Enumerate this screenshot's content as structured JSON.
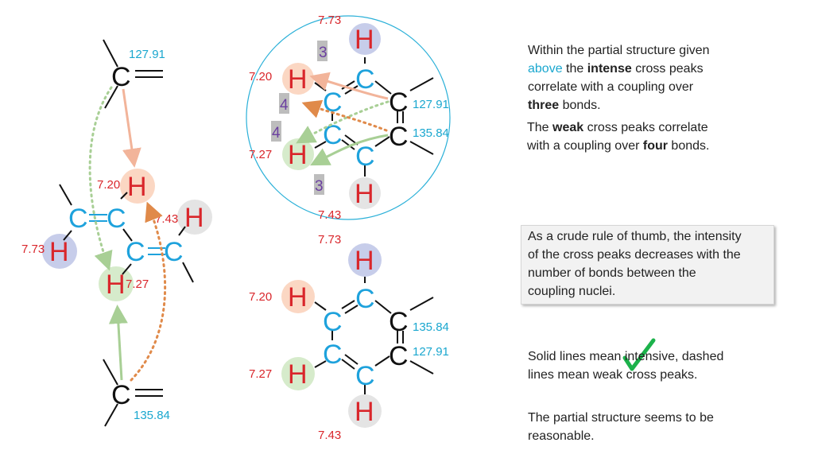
{
  "fragment_c1": {
    "shift": "127.91"
  },
  "fragment_c2": {
    "shift": "135.84"
  },
  "assembled": {
    "h_left": "7.73",
    "h_top": "7.20",
    "h_right": "7.43",
    "h_bottom": "7.27"
  },
  "circle": {
    "h_top": "7.73",
    "h_left": "7.20",
    "h_leftlow": "7.27",
    "h_bottom": "7.43",
    "c_upper": "127.91",
    "c_lower": "135.84",
    "bonds_a": "3",
    "bonds_b": "4",
    "bonds_c": "4",
    "bonds_d": "3"
  },
  "ring": {
    "h_top": "7.73",
    "h_left": "7.20",
    "h_leftlow": "7.27",
    "h_bottom": "7.43",
    "c_upper": "135.84",
    "c_lower": "127.91"
  },
  "atoms": {
    "carbon": "C",
    "hydrogen": "H",
    "double_bond": "="
  },
  "notes": {
    "n1_a": "Within the partial structure given",
    "n1_hl": "above",
    "n1_b": " the ",
    "n1_bold1": "intense",
    "n1_c": " cross peaks",
    "n1_d": "correlate with a coupling over",
    "n1_bold2": "three",
    "n1_e": " bonds.",
    "n2_a": "The ",
    "n2_bold1": "weak",
    "n2_b": " cross peaks correlate",
    "n2_c": "with a coupling over ",
    "n2_bold2": "four",
    "n2_d": " bonds.",
    "n3_l1": "As a crude rule of thumb, the intensity",
    "n3_l2": "of the cross peaks decreases with the",
    "n3_l3": "number of bonds between the",
    "n3_l4": "coupling nuclei.",
    "n4_l1": "Solid lines mean intensive, dashed",
    "n4_l2": "lines mean weak cross peaks.",
    "n5_l1": "The partial structure seems to be",
    "n5_l2": "reasonable."
  },
  "colors": {
    "carbon": "#1ea2dc",
    "hydrogen": "#d9262b",
    "orange_solid": "#f2b49a",
    "orange_dotted": "#e08a4a",
    "green": "#a8cf95",
    "check": "#1cb24b"
  }
}
